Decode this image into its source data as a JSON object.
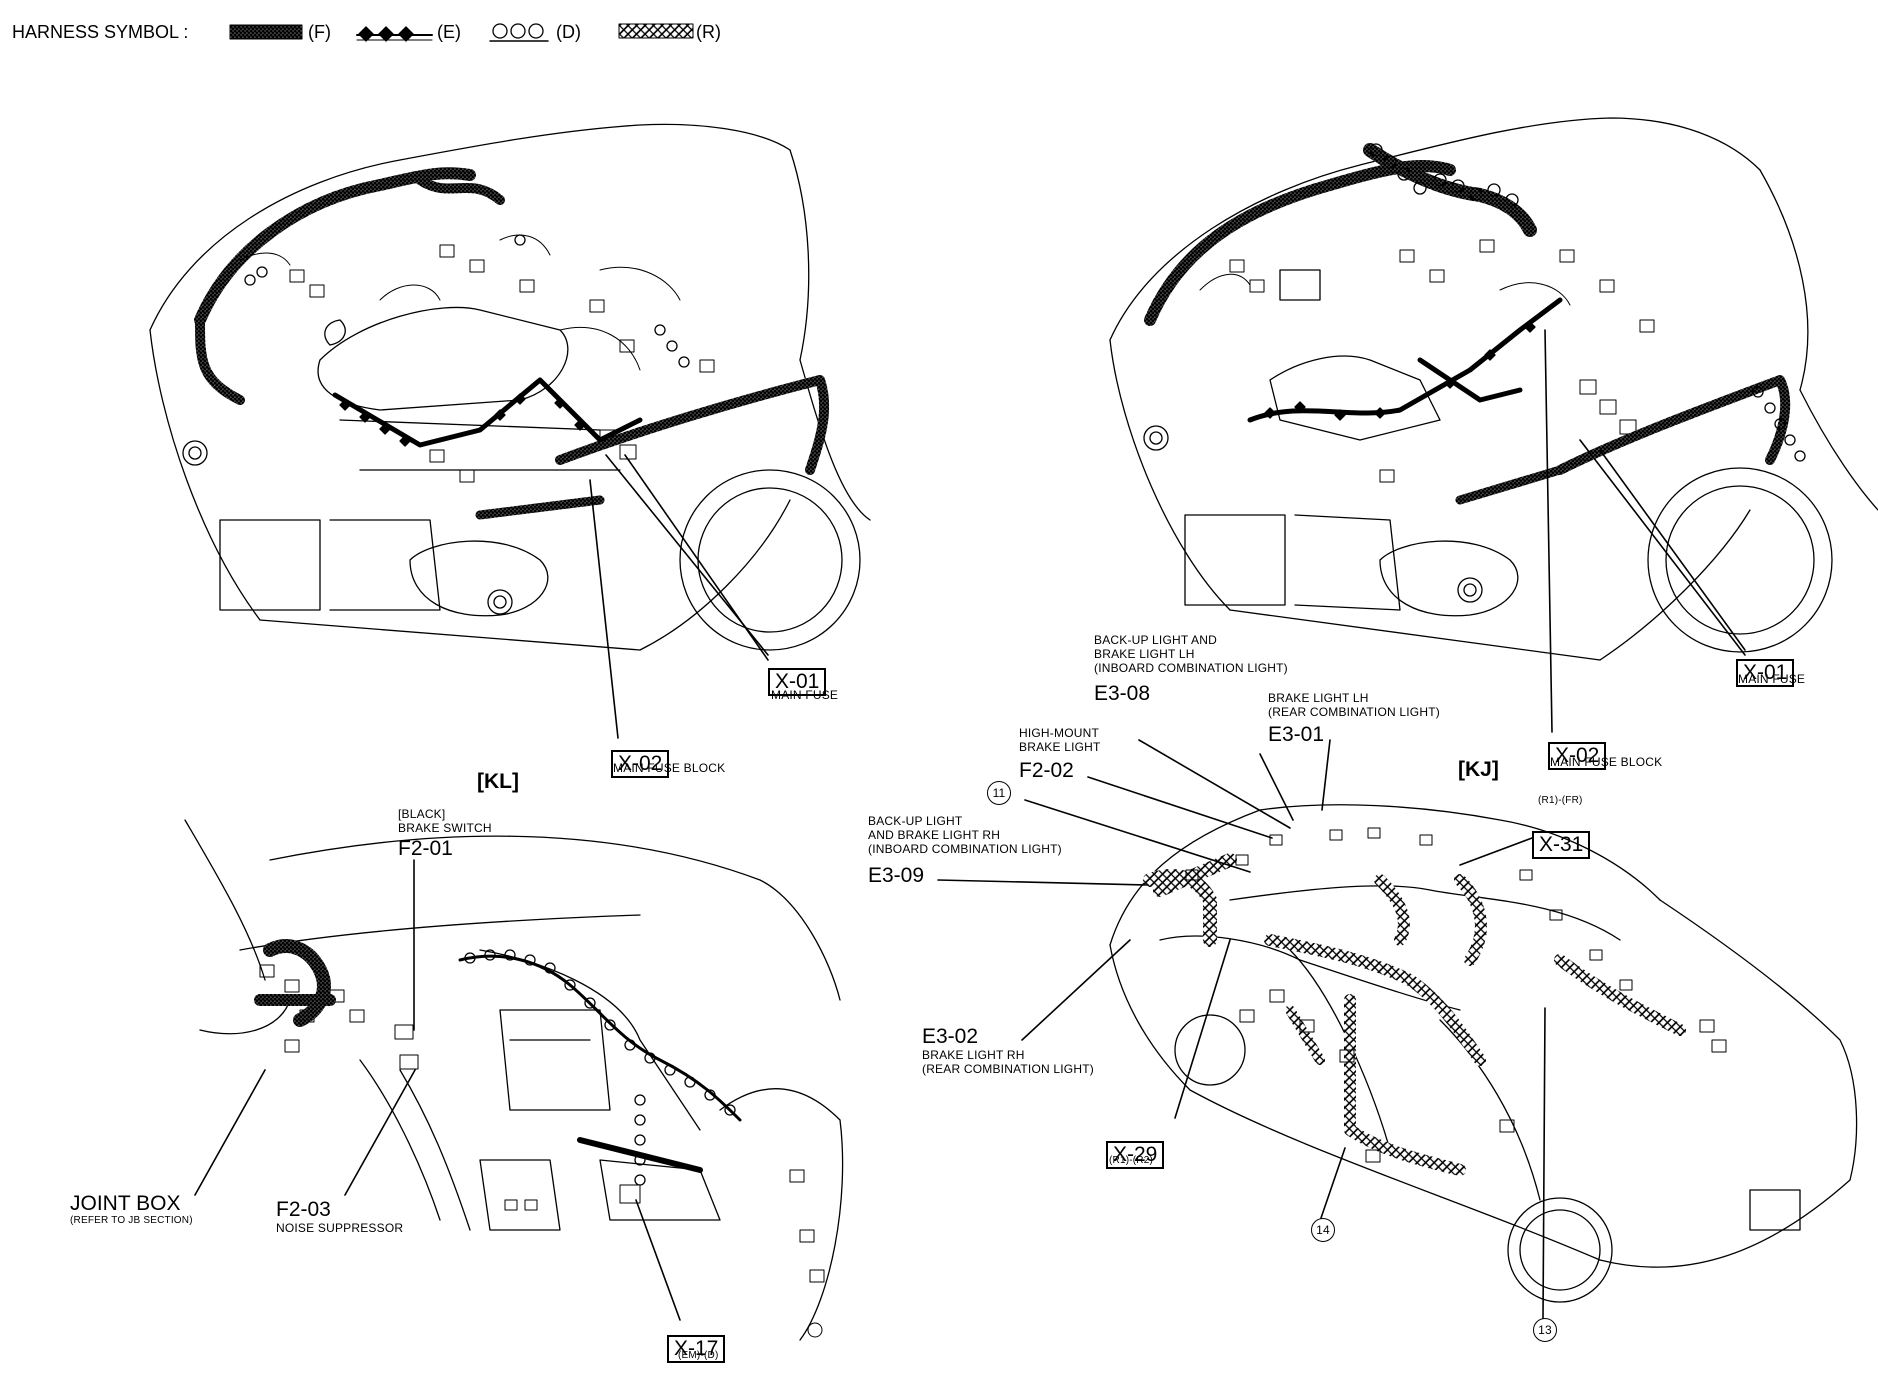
{
  "legend": {
    "title": "HARNESS SYMBOL :",
    "items": [
      {
        "code": "(F)",
        "pattern": "dotted"
      },
      {
        "code": "(E)",
        "pattern": "diamonds"
      },
      {
        "code": "(D)",
        "pattern": "circles"
      },
      {
        "code": "(R)",
        "pattern": "hatched"
      }
    ]
  },
  "engine_bay_kl": {
    "variant_label": "[KL]",
    "x01": {
      "code": "X-01",
      "desc": "MAIN FUSE"
    },
    "x02": {
      "code": "X-02",
      "desc": "MAIN FUSE BLOCK"
    }
  },
  "engine_bay_kj": {
    "variant_label": "[KJ]",
    "x01": {
      "code": "X-01",
      "desc": "MAIN FUSE"
    },
    "x02": {
      "code": "X-02",
      "desc": "MAIN FUSE BLOCK"
    }
  },
  "dashboard": {
    "f201": {
      "desc": "[BLACK]\nBRAKE SWITCH",
      "code": "F2-01"
    },
    "joint_box": {
      "title": "JOINT BOX",
      "desc": "(REFER TO JB SECTION)"
    },
    "f203": {
      "code": "F2-03",
      "desc": "NOISE SUPPRESSOR"
    },
    "x17": {
      "code": "X-17",
      "sub": "(EM)-(D)"
    }
  },
  "rear_body": {
    "e308": {
      "desc": "BACK-UP LIGHT AND\nBRAKE LIGHT LH\n(INBOARD COMBINATION LIGHT)",
      "code": "E3-08"
    },
    "e301": {
      "desc": "BRAKE LIGHT LH\n(REAR COMBINATION LIGHT)",
      "code": "E3-01"
    },
    "f202": {
      "desc": "HIGH-MOUNT\nBRAKE LIGHT",
      "code": "F2-02"
    },
    "e309": {
      "desc": "BACK-UP LIGHT\nAND BRAKE LIGHT RH\n(INBOARD COMBINATION LIGHT)",
      "code": "E3-09"
    },
    "x31": {
      "code": "X-31",
      "sub": "(R1)-(FR)"
    },
    "e302": {
      "code": "E3-02",
      "desc": "BRAKE LIGHT RH\n(REAR COMBINATION LIGHT)"
    },
    "x29": {
      "code": "X-29",
      "sub": "(R1)-(R2)"
    },
    "callouts": [
      "11",
      "14",
      "13"
    ]
  },
  "colors": {
    "ink": "#000000",
    "paper": "#ffffff",
    "harness_fill": "#bdbdbd"
  }
}
